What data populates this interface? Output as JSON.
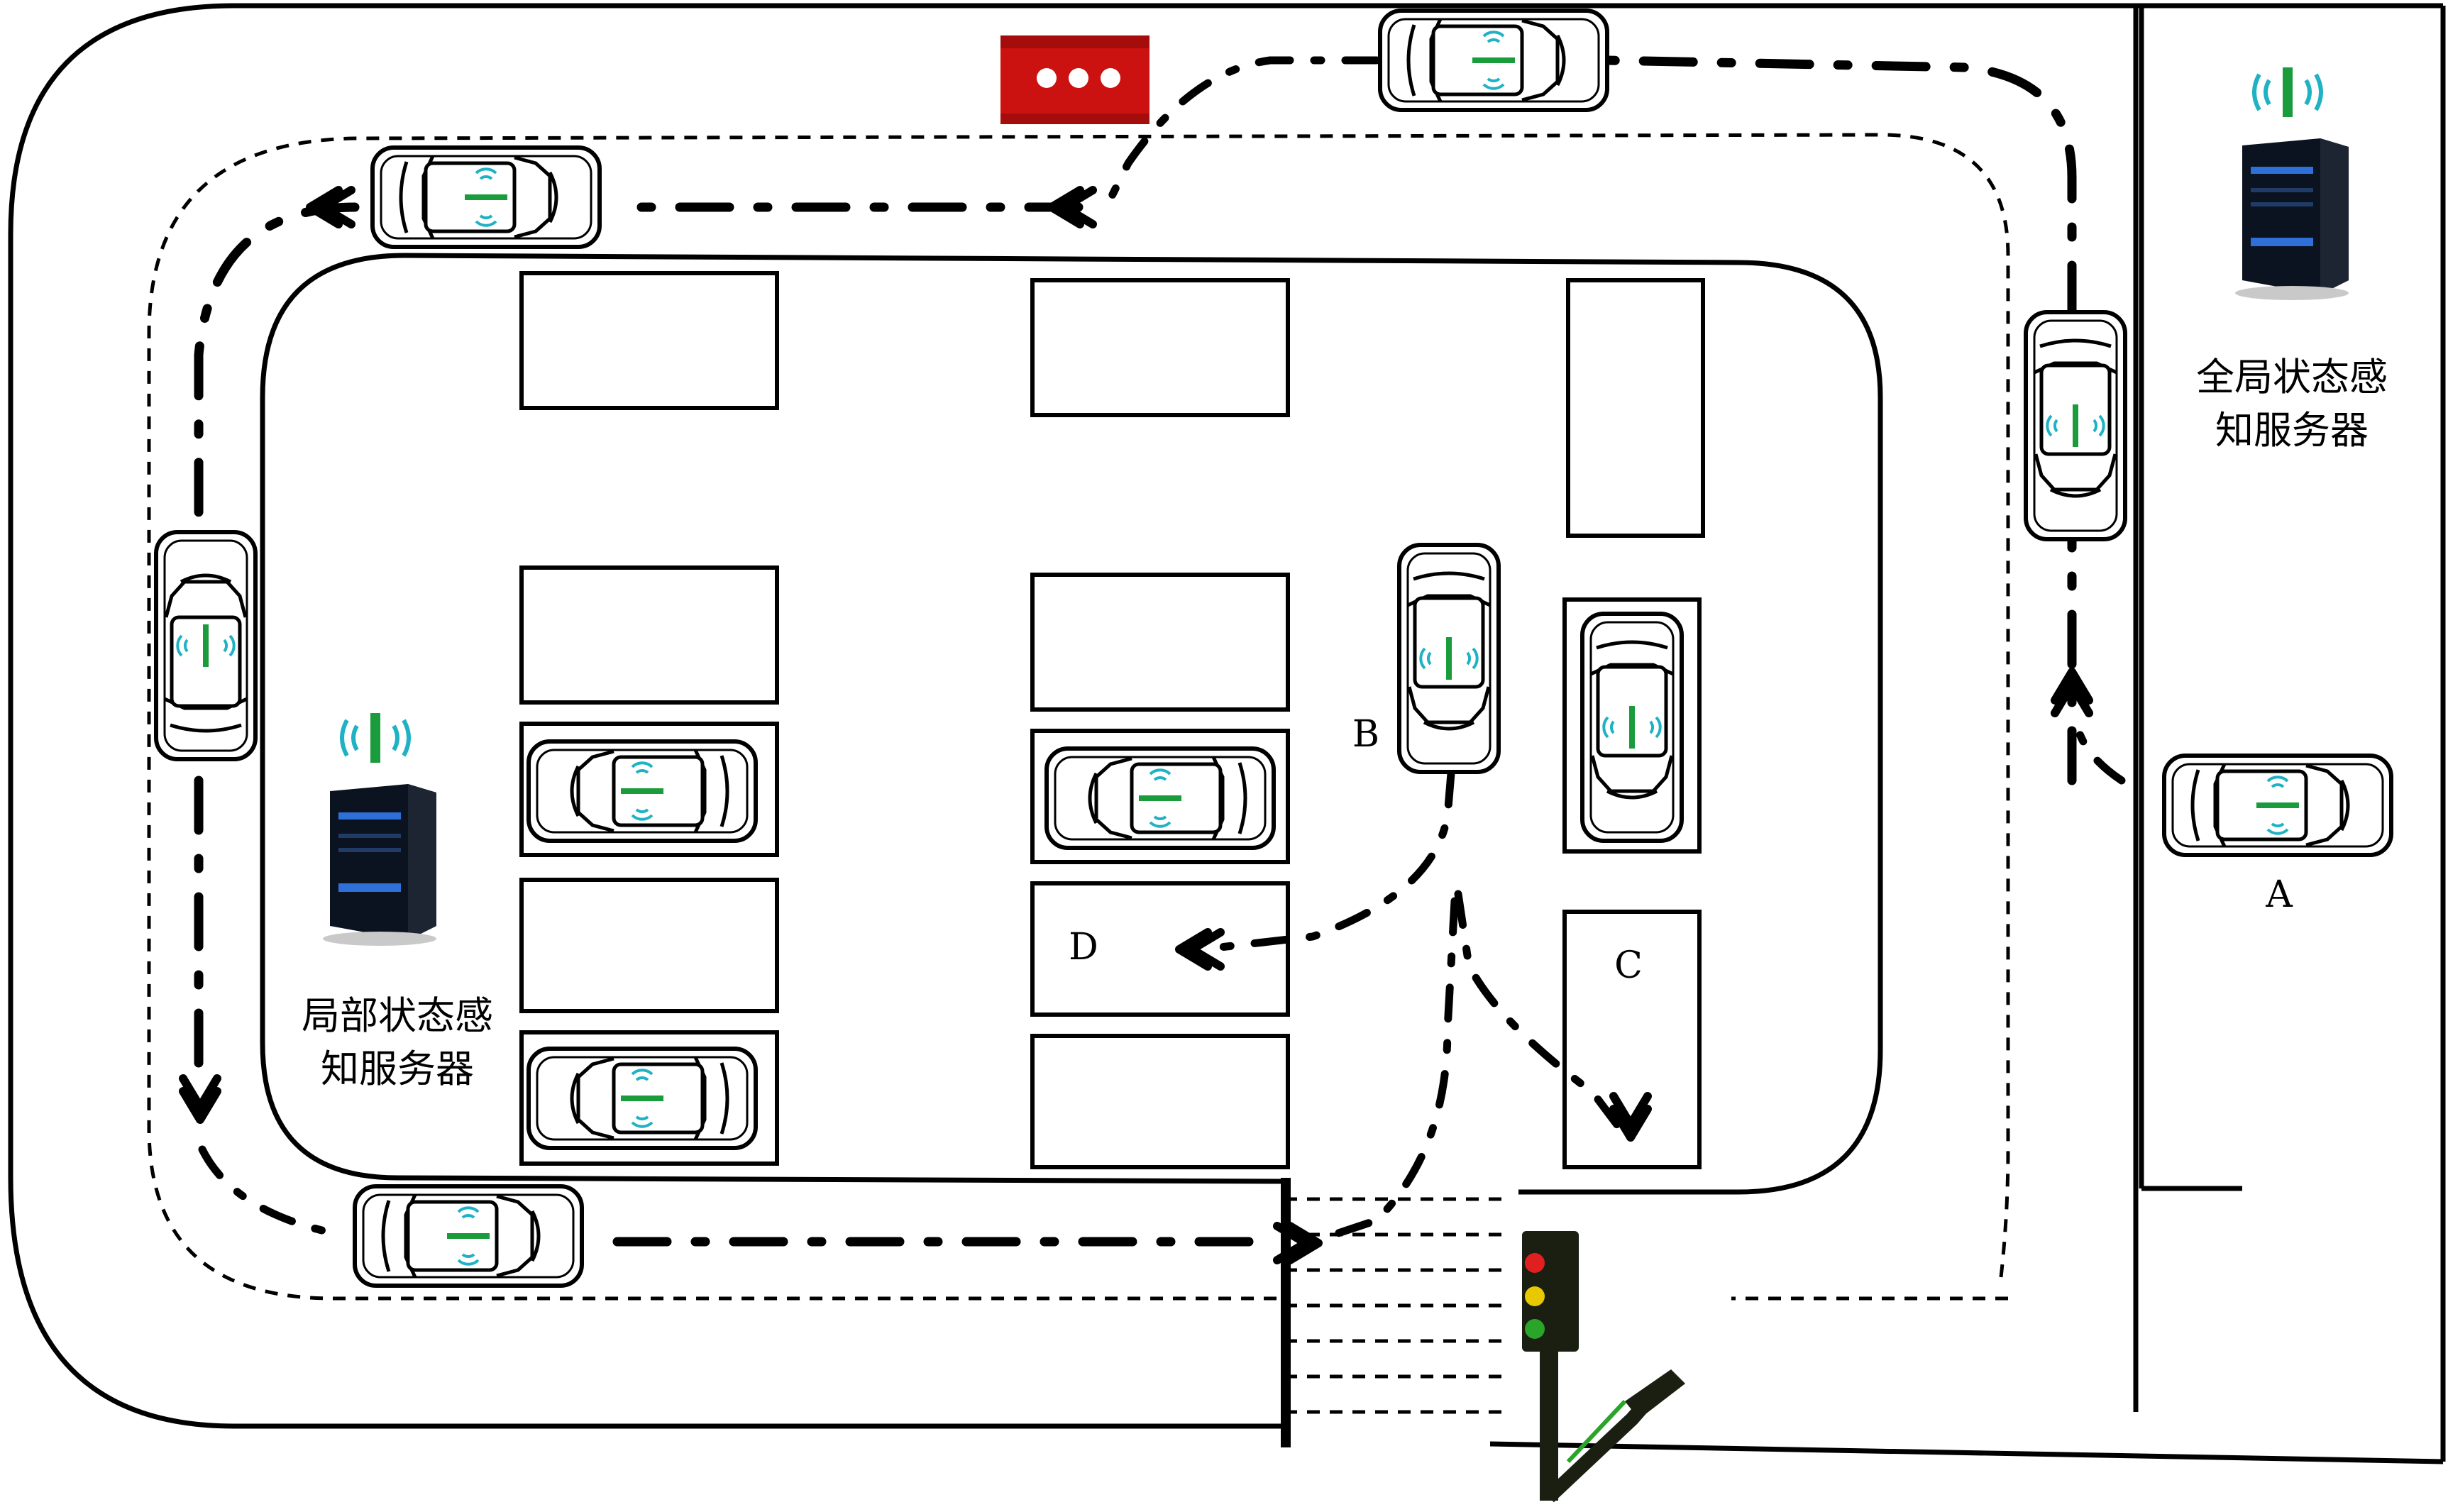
{
  "servers": {
    "global_label_line1": "全局状态感",
    "global_label_line2": "知服务器",
    "local_label_line1": "局部状态感",
    "local_label_line2": "知服务器"
  },
  "markers": {
    "a": "A",
    "b": "B",
    "c": "C",
    "d": "D"
  },
  "colors": {
    "antenna": "#1a9b3c",
    "wifi": "#1fb2c4",
    "server_dark": "#0b1320",
    "server_blue": "#2f6fd8",
    "roadblock": "#cc1111",
    "light_red": "#e02020",
    "light_yellow": "#e8c800",
    "light_green": "#2aa52a",
    "pole": "#1a1f12"
  },
  "icons": [
    "car-icon",
    "wifi-antenna-icon",
    "server-icon",
    "traffic-light-icon",
    "roadblock-icon"
  ]
}
